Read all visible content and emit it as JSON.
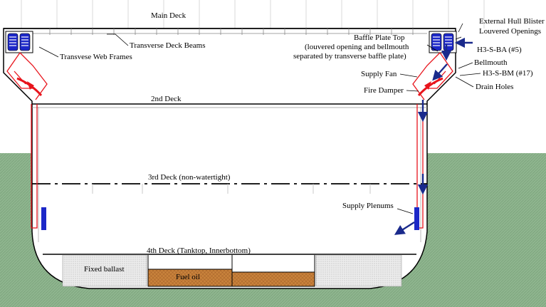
{
  "labels": {
    "main_deck": "Main Deck",
    "transverse_deck_beams": "Transverse Deck Beams",
    "transverse_web_frames": "Transvese Web Frames",
    "second_deck": "2nd Deck",
    "third_deck": "3rd Deck (non-watertight)",
    "fourth_deck": "4th Deck (Tanktop, Innerbottom)",
    "fixed_ballast": "Fixed ballast",
    "fuel_oil": "Fuel oil",
    "external_hull_blister": "External Hull Blister",
    "louvered_openings": "Louvered Openings",
    "baffle_plate_top": "Baffle Plate Top",
    "baffle_note_line1": "(louvered opening and bellmouth",
    "baffle_note_line2": "separated by transverse baffle plate)",
    "h3_s_ba": "H3-S-BA (#5)",
    "bellmouth": "Bellmouth",
    "h3_s_bm": "H3-S-BM (#17)",
    "supply_fan": "Supply Fan",
    "drain_holes": "Drain Holes",
    "fire_damper": "Fire Damper",
    "supply_plenums": "Supply Plenums"
  },
  "colors": {
    "sea": "#8fb58f",
    "duct": "#e8141c",
    "flow_arrow": "#1a2a8c",
    "plenum": "#1c28c8",
    "fuel_oil": "#c8823c",
    "ballast": "#dcdcdc"
  }
}
